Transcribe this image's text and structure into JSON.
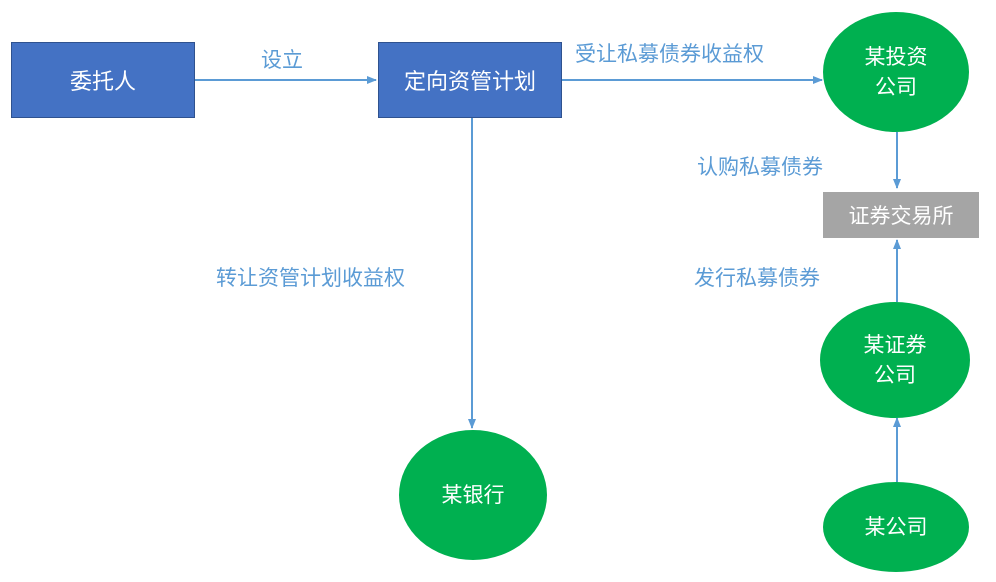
{
  "nodes": {
    "weituoren": "委托人",
    "plan": "定向资管计划",
    "investment": {
      "line1": "某投资",
      "line2": "公司"
    },
    "exchange": "证券交易所",
    "securities": {
      "line1": "某证券",
      "line2": "公司"
    },
    "company": "某公司",
    "bank": "某银行"
  },
  "edges": {
    "setup": "设立",
    "transfer_private": "受让私募债券收益权",
    "transfer_plan": "转让资管计划收益权",
    "subscribe": "认购私募债券",
    "issue": "发行私募债券"
  },
  "colors": {
    "blue_box": "#4472c4",
    "green_node": "#00b050",
    "grey_box": "#a5a5a5",
    "connector": "#5b9bd5"
  }
}
